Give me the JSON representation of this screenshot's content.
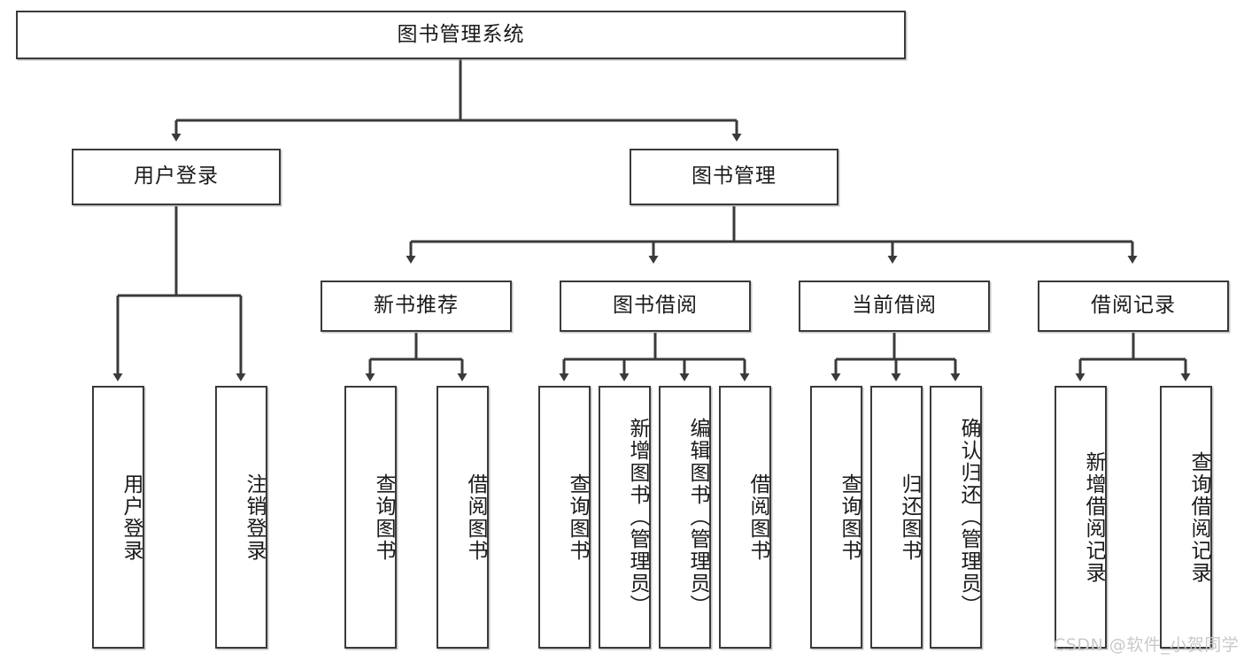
{
  "diagram": {
    "type": "tree",
    "title": "图书管理系统",
    "orientation": "top-down",
    "watermark": "CSDN @软件_小贺同学",
    "colors": {
      "box_border": "#3a3a3a",
      "box_fill": "#ffffff",
      "connector": "#3a3a3a",
      "text": "#1a1a1a",
      "watermark": "#c9c9c9"
    },
    "nodes": {
      "root": {
        "label": "图书管理系统",
        "level": 1
      },
      "l2": [
        {
          "id": "user-login",
          "label": "用户登录"
        },
        {
          "id": "book-manage",
          "label": "图书管理"
        }
      ],
      "l3": [
        {
          "id": "new-book-recommend",
          "label": "新书推荐"
        },
        {
          "id": "book-borrow",
          "label": "图书借阅"
        },
        {
          "id": "current-borrow",
          "label": "当前借阅"
        },
        {
          "id": "borrow-record",
          "label": "借阅记录"
        }
      ],
      "leaves": {
        "user-login": [
          {
            "id": "leaf-user-login",
            "label": "用户登录"
          },
          {
            "id": "leaf-logout",
            "label": "注销登录"
          }
        ],
        "new-book-recommend": [
          {
            "id": "leaf-query-book-1",
            "label": "查询图书"
          },
          {
            "id": "leaf-borrow-book-1",
            "label": "借阅图书"
          }
        ],
        "book-borrow": [
          {
            "id": "leaf-query-book-2",
            "label": "查询图书"
          },
          {
            "id": "leaf-add-book",
            "label": "新增图书（管理员）"
          },
          {
            "id": "leaf-edit-book",
            "label": "编辑图书（管理员）"
          },
          {
            "id": "leaf-borrow-book-2",
            "label": "借阅图书"
          }
        ],
        "current-borrow": [
          {
            "id": "leaf-query-book-3",
            "label": "查询图书"
          },
          {
            "id": "leaf-return-book",
            "label": "归还图书"
          },
          {
            "id": "leaf-confirm-return",
            "label": "确认归还（管理员）"
          }
        ],
        "borrow-record": [
          {
            "id": "leaf-add-record",
            "label": "新增借阅记录"
          },
          {
            "id": "leaf-query-record",
            "label": "查询借阅记录"
          }
        ]
      }
    },
    "edges": [
      {
        "from": "root",
        "to": "user-login"
      },
      {
        "from": "root",
        "to": "book-manage"
      },
      {
        "from": "book-manage",
        "to": "new-book-recommend"
      },
      {
        "from": "book-manage",
        "to": "book-borrow"
      },
      {
        "from": "book-manage",
        "to": "current-borrow"
      },
      {
        "from": "book-manage",
        "to": "borrow-record"
      },
      {
        "from": "user-login",
        "to": "leaf-user-login"
      },
      {
        "from": "user-login",
        "to": "leaf-logout"
      },
      {
        "from": "new-book-recommend",
        "to": "leaf-query-book-1"
      },
      {
        "from": "new-book-recommend",
        "to": "leaf-borrow-book-1"
      },
      {
        "from": "book-borrow",
        "to": "leaf-query-book-2"
      },
      {
        "from": "book-borrow",
        "to": "leaf-add-book"
      },
      {
        "from": "book-borrow",
        "to": "leaf-edit-book"
      },
      {
        "from": "book-borrow",
        "to": "leaf-borrow-book-2"
      },
      {
        "from": "current-borrow",
        "to": "leaf-query-book-3"
      },
      {
        "from": "current-borrow",
        "to": "leaf-return-book"
      },
      {
        "from": "current-borrow",
        "to": "leaf-confirm-return"
      },
      {
        "from": "borrow-record",
        "to": "leaf-add-record"
      },
      {
        "from": "borrow-record",
        "to": "leaf-query-record"
      }
    ]
  }
}
